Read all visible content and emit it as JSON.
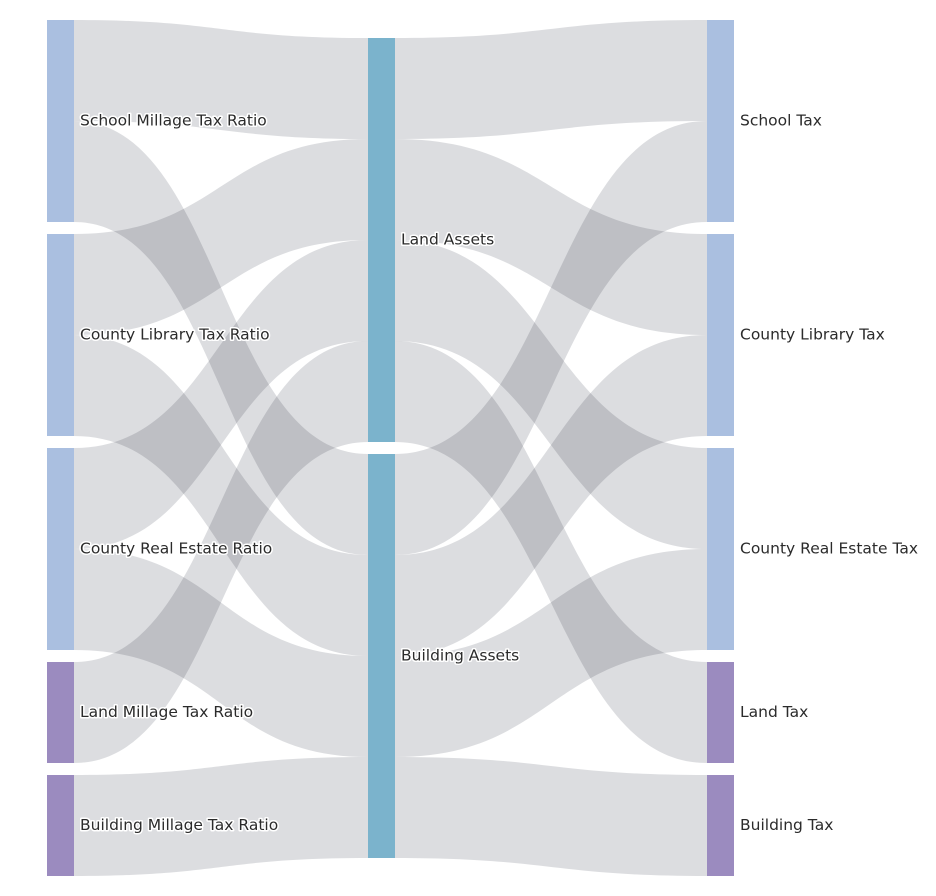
{
  "chart_data": {
    "type": "sankey",
    "columns": [
      [
        "School Millage Tax Ratio",
        "County Library Tax Ratio",
        "County Real Estate Ratio",
        "Land Millage Tax Ratio",
        "Building Millage Tax Ratio"
      ],
      [
        "Land Assets",
        "Building Assets"
      ],
      [
        "School Tax",
        "County Library Tax",
        "County Real Estate Tax",
        "Land Tax",
        "Building Tax"
      ]
    ],
    "node_colors": {
      "School Millage Tax Ratio": "#aabfe0",
      "County Library Tax Ratio": "#aabfe0",
      "County Real Estate Ratio": "#aabfe0",
      "Land Millage Tax Ratio": "#9b8bbf",
      "Building Millage Tax Ratio": "#9b8bbf",
      "Land Assets": "#7bb3cc",
      "Building Assets": "#7bb3cc",
      "School Tax": "#aabfe0",
      "County Library Tax": "#aabfe0",
      "County Real Estate Tax": "#aabfe0",
      "Land Tax": "#9b8bbf",
      "Building Tax": "#9b8bbf"
    },
    "link_color": "#d4d6d9",
    "links": [
      {
        "source": "School Millage Tax Ratio",
        "target": "Land Assets",
        "value": 1
      },
      {
        "source": "School Millage Tax Ratio",
        "target": "Building Assets",
        "value": 1
      },
      {
        "source": "County Library Tax Ratio",
        "target": "Land Assets",
        "value": 1
      },
      {
        "source": "County Library Tax Ratio",
        "target": "Building Assets",
        "value": 1
      },
      {
        "source": "County Real Estate Ratio",
        "target": "Land Assets",
        "value": 1
      },
      {
        "source": "County Real Estate Ratio",
        "target": "Building Assets",
        "value": 1
      },
      {
        "source": "Land Millage Tax Ratio",
        "target": "Land Assets",
        "value": 1
      },
      {
        "source": "Building Millage Tax Ratio",
        "target": "Building Assets",
        "value": 1
      },
      {
        "source": "Land Assets",
        "target": "School Tax",
        "value": 1
      },
      {
        "source": "Land Assets",
        "target": "County Library Tax",
        "value": 1
      },
      {
        "source": "Land Assets",
        "target": "County Real Estate Tax",
        "value": 1
      },
      {
        "source": "Land Assets",
        "target": "Land Tax",
        "value": 1
      },
      {
        "source": "Building Assets",
        "target": "School Tax",
        "value": 1
      },
      {
        "source": "Building Assets",
        "target": "County Library Tax",
        "value": 1
      },
      {
        "source": "Building Assets",
        "target": "County Real Estate Tax",
        "value": 1
      },
      {
        "source": "Building Assets",
        "target": "Building Tax",
        "value": 1
      }
    ]
  }
}
